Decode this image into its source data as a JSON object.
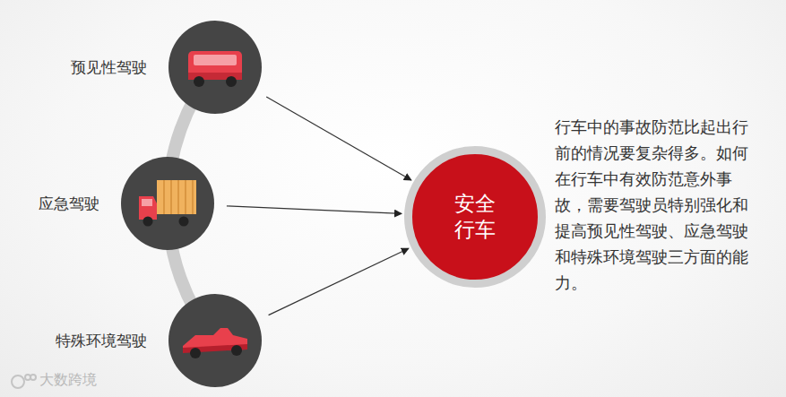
{
  "diagram": {
    "nodes": [
      {
        "text": [
          "预见性驾驶"
        ]
      },
      {
        "text": [
          "应急驾驶"
        ]
      },
      {
        "text": [
          "特殊环境驾驶"
        ]
      },
      {
        "text": [
          "安全行车"
        ]
      }
    ],
    "edges": [
      {
        "from": 0,
        "to": 3,
        "arrow": "to"
      },
      {
        "from": 1,
        "to": 3,
        "arrow": "to"
      },
      {
        "from": 2,
        "to": 3,
        "arrow": "to"
      }
    ],
    "labels": [
      "行车中的事故防范比起出行前的情况要复杂得多。如何在行车中有效防范意外事故，需要驾驶员特别强化和提高预见性驾驶、应急驾驶和特殊环境驾驶三方面的能力。",
      "大数跨境"
    ]
  }
}
